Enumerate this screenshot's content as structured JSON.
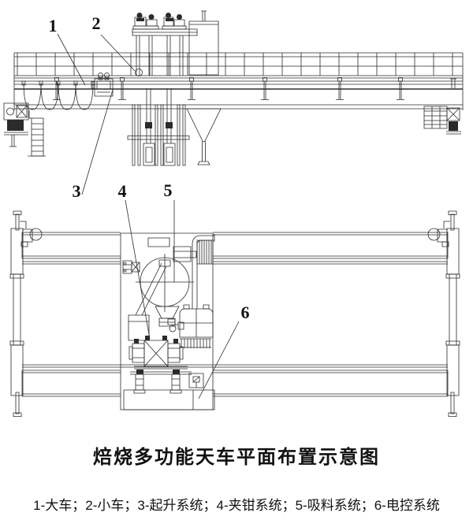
{
  "title": "焙烧多功能天车平面布置示意图",
  "legend": {
    "text": "1-大车；2-小车；3-起升系统；4-夹钳系统；5-吸料系统；6-电控系统",
    "items": [
      {
        "num": "1",
        "label": "大车"
      },
      {
        "num": "2",
        "label": "小车"
      },
      {
        "num": "3",
        "label": "起升系统"
      },
      {
        "num": "4",
        "label": "夹钳系统"
      },
      {
        "num": "5",
        "label": "吸料系统"
      },
      {
        "num": "6",
        "label": "电控系统"
      }
    ]
  },
  "callouts": [
    {
      "num": "1"
    },
    {
      "num": "2"
    },
    {
      "num": "3"
    },
    {
      "num": "4"
    },
    {
      "num": "5"
    },
    {
      "num": "6"
    }
  ],
  "colors": {
    "line": "#2b2b2b",
    "background": "#ffffff"
  }
}
